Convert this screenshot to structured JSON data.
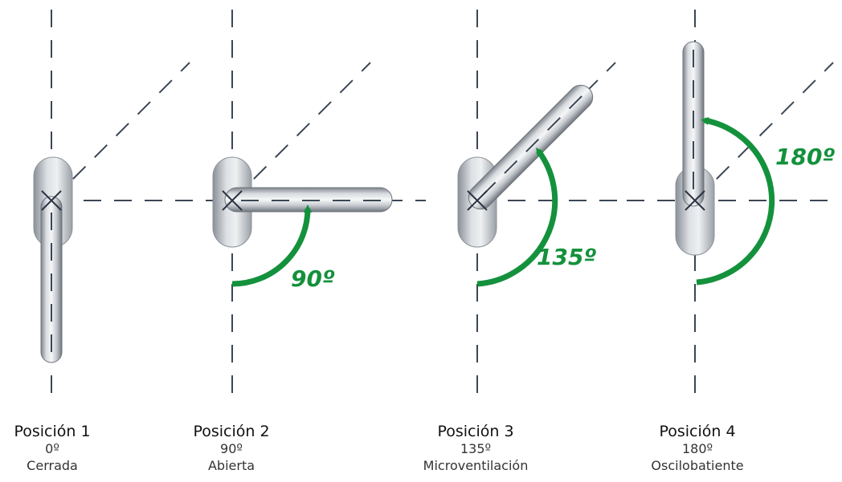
{
  "positions": [
    {
      "title": "Posición 1",
      "angle": "0º",
      "state": "Cerrada",
      "arc_label": ""
    },
    {
      "title": "Posición 2",
      "angle": "90º",
      "state": "Abierta",
      "arc_label": "90º"
    },
    {
      "title": "Posición 3",
      "angle": "135º",
      "state": "Microventilación",
      "arc_label": "135º"
    },
    {
      "title": "Posición 4",
      "angle": "180º",
      "state": "Oscilobatiente",
      "arc_label": "180º"
    }
  ],
  "colors": {
    "arc": "#14913c",
    "guide_lines": "#3c4655",
    "handle_light": "#eef0f2",
    "handle_dark": "#7a8088"
  },
  "icons": {
    "handle": "window-handle-icon",
    "arc": "rotation-arc-icon"
  }
}
